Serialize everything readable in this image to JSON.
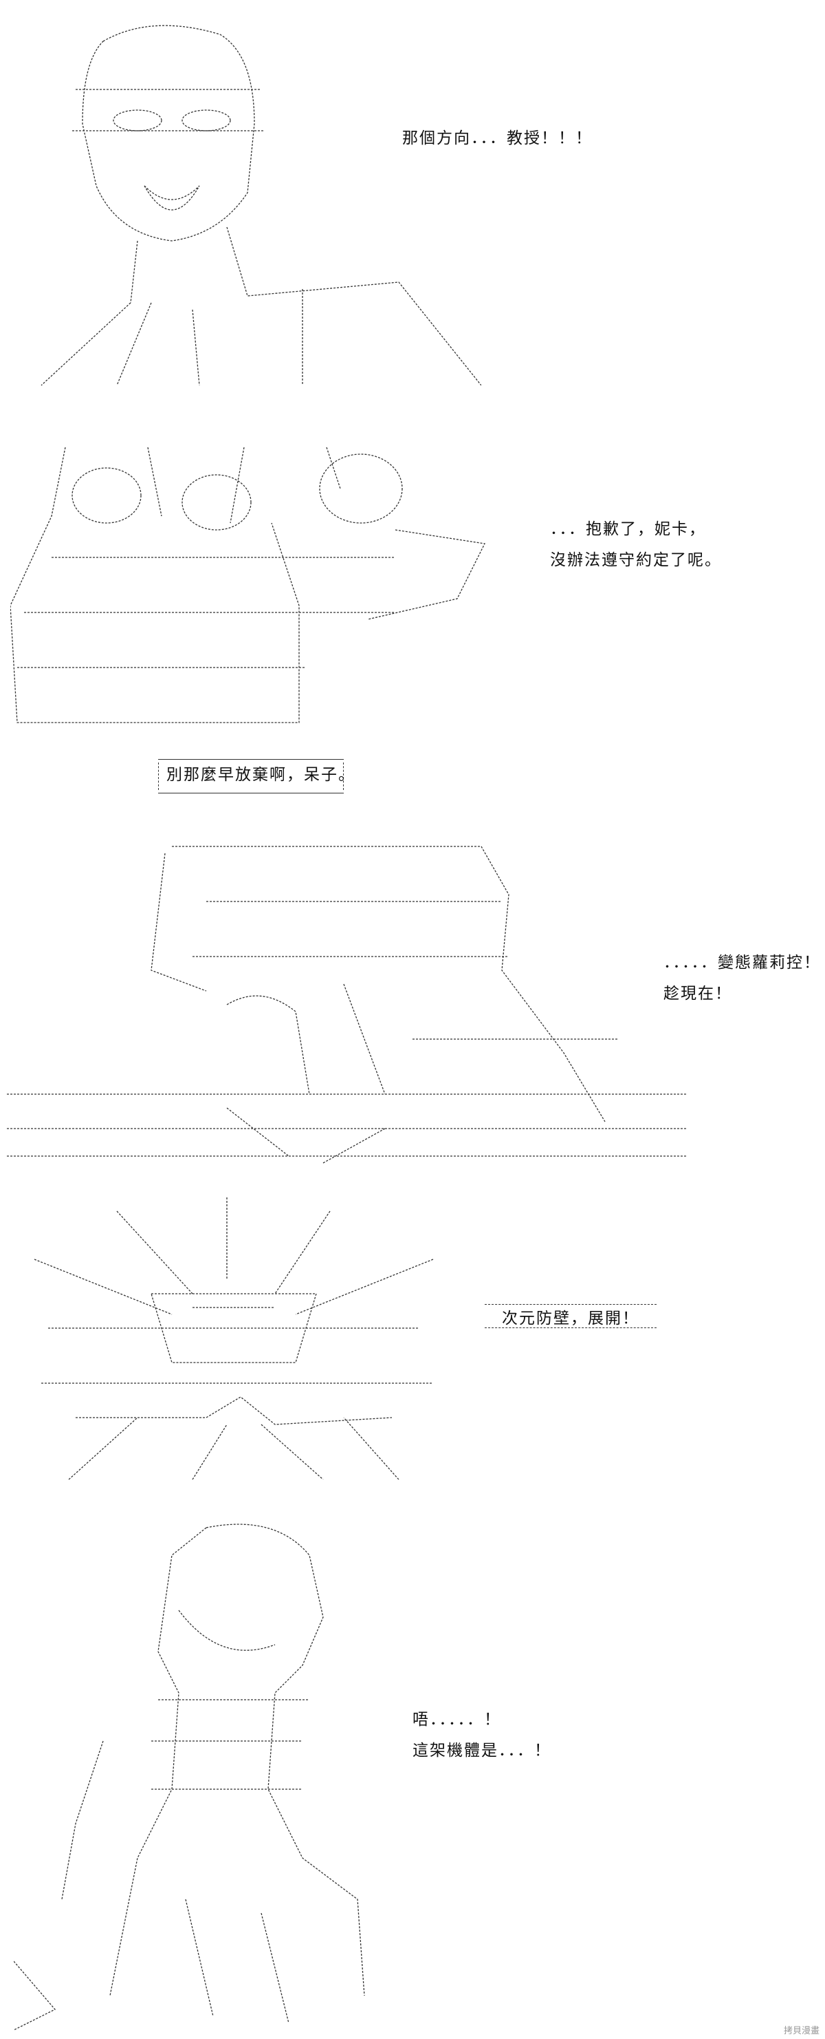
{
  "panels": [
    {
      "dialogue": [
        "那個方向．．．教授！！！"
      ]
    },
    {
      "dialogue": [
        "．．．抱歉了，妮卡，",
        "沒辦法遵守約定了呢。"
      ]
    },
    {
      "dialogue": [
        "別那麼早放棄啊，呆子。"
      ]
    },
    {
      "dialogue": [
        "．．．．．變態蘿莉控！",
        "趁現在！"
      ]
    },
    {
      "dialogue": [
        "次元防壁，展開！"
      ]
    },
    {
      "dialogue": [
        "唔．．．．．！",
        "這架機體是．．．！"
      ]
    }
  ],
  "watermark": "拷貝漫畫"
}
